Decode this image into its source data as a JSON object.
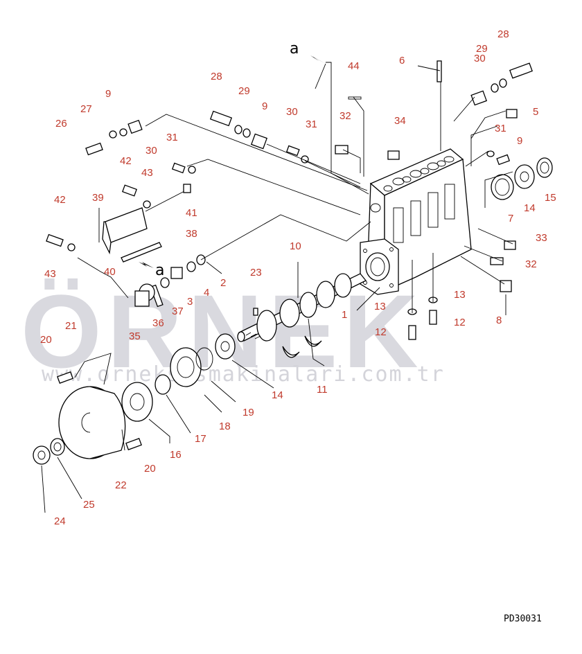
{
  "diagram": {
    "watermark_word": "ÖRNEK",
    "watermark_url": "www.orneksismakinalari.com.tr",
    "drawing_code": "PD30031",
    "ref_letter": "a",
    "callouts": [
      {
        "id": "c28a",
        "text": "28"
      },
      {
        "id": "c9a",
        "text": "9"
      },
      {
        "id": "c29a",
        "text": "29"
      },
      {
        "id": "c6",
        "text": "6"
      },
      {
        "id": "c44",
        "text": "44"
      },
      {
        "id": "c28b",
        "text": "28"
      },
      {
        "id": "c29b",
        "text": "29"
      },
      {
        "id": "c9b",
        "text": "9"
      },
      {
        "id": "c30a",
        "text": "30"
      },
      {
        "id": "c31a",
        "text": "31"
      },
      {
        "id": "c32a",
        "text": "32"
      },
      {
        "id": "c34",
        "text": "34"
      },
      {
        "id": "c5",
        "text": "5"
      },
      {
        "id": "c31b",
        "text": "31"
      },
      {
        "id": "c30b",
        "text": "30"
      },
      {
        "id": "c9c",
        "text": "9"
      },
      {
        "id": "c27",
        "text": "27"
      },
      {
        "id": "c26",
        "text": "26"
      },
      {
        "id": "c31c",
        "text": "31"
      },
      {
        "id": "c30c",
        "text": "30"
      },
      {
        "id": "c42a",
        "text": "42"
      },
      {
        "id": "c43a",
        "text": "43"
      },
      {
        "id": "c14a",
        "text": "14"
      },
      {
        "id": "c15",
        "text": "15"
      },
      {
        "id": "c42b",
        "text": "42"
      },
      {
        "id": "c39",
        "text": "39"
      },
      {
        "id": "c41",
        "text": "41"
      },
      {
        "id": "c7",
        "text": "7"
      },
      {
        "id": "c38",
        "text": "38"
      },
      {
        "id": "c33",
        "text": "33"
      },
      {
        "id": "c10",
        "text": "10"
      },
      {
        "id": "c43b",
        "text": "43"
      },
      {
        "id": "c40",
        "text": "40"
      },
      {
        "id": "c32b",
        "text": "32"
      },
      {
        "id": "c23",
        "text": "23"
      },
      {
        "id": "c2",
        "text": "2"
      },
      {
        "id": "c4",
        "text": "4"
      },
      {
        "id": "c3",
        "text": "3"
      },
      {
        "id": "c37",
        "text": "37"
      },
      {
        "id": "c13a",
        "text": "13"
      },
      {
        "id": "c13b",
        "text": "13"
      },
      {
        "id": "c8",
        "text": "8"
      },
      {
        "id": "c1",
        "text": "1"
      },
      {
        "id": "c36",
        "text": "36"
      },
      {
        "id": "c12a",
        "text": "12"
      },
      {
        "id": "c12b",
        "text": "12"
      },
      {
        "id": "c35",
        "text": "35"
      },
      {
        "id": "c21",
        "text": "21"
      },
      {
        "id": "c20a",
        "text": "20"
      },
      {
        "id": "c14b",
        "text": "14"
      },
      {
        "id": "c11",
        "text": "11"
      },
      {
        "id": "c19",
        "text": "19"
      },
      {
        "id": "c18",
        "text": "18"
      },
      {
        "id": "c17",
        "text": "17"
      },
      {
        "id": "c16",
        "text": "16"
      },
      {
        "id": "c20b",
        "text": "20"
      },
      {
        "id": "c22",
        "text": "22"
      },
      {
        "id": "c25",
        "text": "25"
      },
      {
        "id": "c24",
        "text": "24"
      }
    ]
  }
}
